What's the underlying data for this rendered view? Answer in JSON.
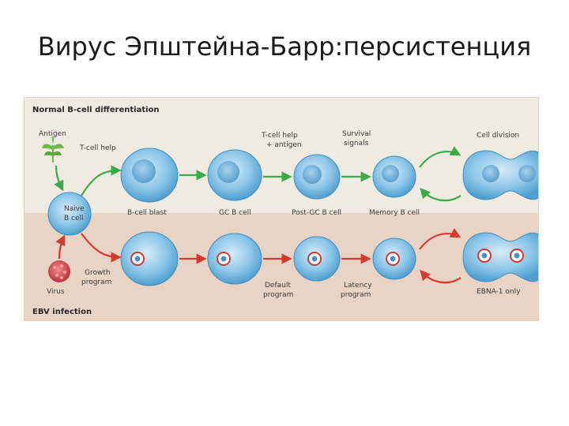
{
  "slide": {
    "title": "Вирус Эпштейна-Барр:персистенция"
  },
  "figure": {
    "top_header": "Normal B-cell differentiation",
    "bottom_header": "EBV infection",
    "antigen": "Antigen",
    "tcell_help": "T-cell help",
    "naive_line1": "Naive",
    "naive_line2": "B cell",
    "virus": "Virus",
    "growth_line1": "Growth",
    "growth_line2": "program",
    "tcell_help_antigen_line1": "T-cell help",
    "tcell_help_antigen_line2": "+ antigen",
    "survival_line1": "Survival",
    "survival_line2": "signals",
    "cell_division": "Cell division",
    "b_cell_blast": "B-cell blast",
    "gc_b_cell": "GC B cell",
    "post_gc_b_cell": "Post-GC B cell",
    "memory_b_cell": "Memory B cell",
    "default_line1": "Default",
    "default_line2": "program",
    "latency_line1": "Latency",
    "latency_line2": "program",
    "ebna1_only": "EBNA-1 only"
  },
  "colors": {
    "top_bg": "#efebe0",
    "bottom_bg": "#e9d3c5",
    "green_arrow": "#3daa4a",
    "red_arrow": "#d63a2e",
    "cell_blue": "#6fb4dd",
    "virus_red": "#d04a4f"
  }
}
